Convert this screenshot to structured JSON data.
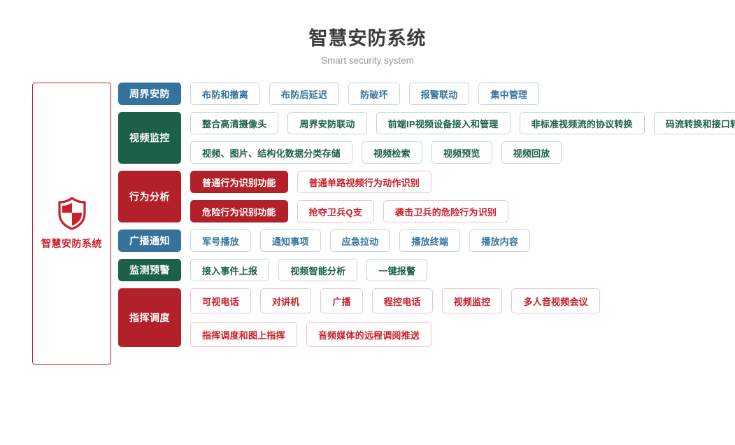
{
  "header": {
    "title": "智慧安防系统",
    "subtitle": "Smart security system"
  },
  "root": {
    "label": "智慧安防系统",
    "icon": "shield-icon",
    "accent": "#c9202b"
  },
  "colors": {
    "blue": "#35739e",
    "green": "#1c6049",
    "red": "#b4202a",
    "red_text": "#c9202b",
    "title_text": "#3b3b3b",
    "subtitle_text": "#9a9a9a"
  },
  "groups": [
    {
      "label": "周界安防",
      "color": "blue",
      "rows": [
        [
          {
            "label": "布防和撤离",
            "filled": false
          },
          {
            "label": "布防后延迟",
            "filled": false
          },
          {
            "label": "防破坏",
            "filled": false
          },
          {
            "label": "报警联动",
            "filled": false
          },
          {
            "label": "集中管理",
            "filled": false
          }
        ]
      ]
    },
    {
      "label": "视频监控",
      "color": "green",
      "rows": [
        [
          {
            "label": "整合高清摄像头",
            "filled": false
          },
          {
            "label": "周界安防联动",
            "filled": false
          },
          {
            "label": "前端IP视频设备接入和管理",
            "filled": false
          },
          {
            "label": "非标准视频流的协议转换",
            "filled": false
          },
          {
            "label": "码流转换和接口转换",
            "filled": false
          }
        ],
        [
          {
            "label": "视频、图片、结构化数据分类存储",
            "filled": false
          },
          {
            "label": "视频检索",
            "filled": false
          },
          {
            "label": "视频预览",
            "filled": false
          },
          {
            "label": "视频回放",
            "filled": false
          }
        ]
      ]
    },
    {
      "label": "行为分析",
      "color": "red",
      "rows": [
        [
          {
            "label": "普通行为识别功能",
            "filled": true
          },
          {
            "label": "普通单路视频行为动作识别",
            "filled": false
          }
        ],
        [
          {
            "label": "危险行为识别功能",
            "filled": true
          },
          {
            "label": "抢夺卫兵Q支",
            "filled": false
          },
          {
            "label": "袭击卫兵的危险行为识别",
            "filled": false
          }
        ]
      ]
    },
    {
      "label": "广播通知",
      "color": "blue",
      "rows": [
        [
          {
            "label": "军号播放",
            "filled": false
          },
          {
            "label": "通知事项",
            "filled": false
          },
          {
            "label": "应急拉动",
            "filled": false
          },
          {
            "label": "播放终端",
            "filled": false
          },
          {
            "label": "播放内容",
            "filled": false
          }
        ]
      ]
    },
    {
      "label": "监测预警",
      "color": "green",
      "rows": [
        [
          {
            "label": "接入事件上报",
            "filled": false
          },
          {
            "label": "视频智能分析",
            "filled": false
          },
          {
            "label": "一键报警",
            "filled": false
          }
        ]
      ]
    },
    {
      "label": "指挥调度",
      "color": "red",
      "tall": true,
      "rows": [
        [
          {
            "label": "可视电话",
            "filled": false
          },
          {
            "label": "对讲机",
            "filled": false
          },
          {
            "label": "广播",
            "filled": false
          },
          {
            "label": "程控电话",
            "filled": false
          },
          {
            "label": "视频监控",
            "filled": false
          },
          {
            "label": "多人音视频会议",
            "filled": false
          }
        ],
        [
          {
            "label": "指挥调度和图上指挥",
            "filled": false
          },
          {
            "label": "音频媒体的远程调阅推送",
            "filled": false
          }
        ]
      ]
    }
  ]
}
